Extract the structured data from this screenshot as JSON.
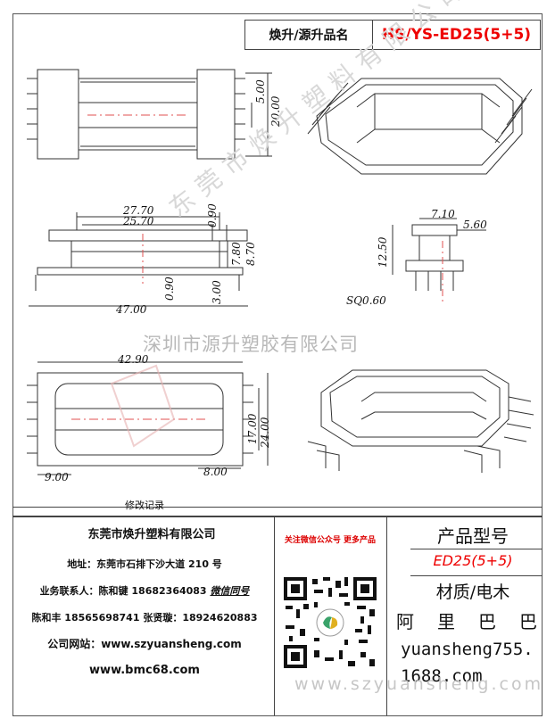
{
  "header": {
    "name_label": "焕升/源升品名",
    "name_value": "HS/YS-ED25(5+5)"
  },
  "dimensions": {
    "top_view": [
      "5.00",
      "20.00"
    ],
    "front_view": [
      "27.70",
      "25.70",
      "0.90",
      "7.80",
      "8.70",
      "0.90",
      "3.00",
      "47.00"
    ],
    "side_view": [
      "7.10",
      "5.60",
      "12.50",
      "SQ0.60"
    ],
    "bottom_view": [
      "42.90",
      "17.00",
      "24.00",
      "9.00",
      "8.00"
    ]
  },
  "watermarks": {
    "company": "深圳市源升塑胶有限公司",
    "diagonal": "东莞市焕升塑料有限公司",
    "website": "www.szyuansheng.com"
  },
  "footer": {
    "revision_label": "修改记录",
    "company_name": "东莞市焕升塑料有限公司",
    "address": "地址：东莞市石排下沙大道 210 号",
    "contact_1": "业务联系人：陈和键 18682364083",
    "contact_1_wechat": "微信同号",
    "contact_2": "陈和丰 18565698741 张贤璇：18924620883",
    "website_1": "公司网站：www.szyuansheng.com",
    "website_2": "www.bmc68.com",
    "follow_text": "关注微信公众号 更多产品",
    "product_type_label": "产品型号",
    "product_type_value": "ED25(5+5)",
    "material_label": "材质/电木",
    "alibaba_chars": [
      "阿",
      "里",
      "巴",
      "巴"
    ],
    "shop_line_1": "yuansheng755.",
    "shop_line_2": "1688.com"
  },
  "colors": {
    "accent_red": "#e00000",
    "line": "#333333",
    "center_line": "#e05050"
  }
}
